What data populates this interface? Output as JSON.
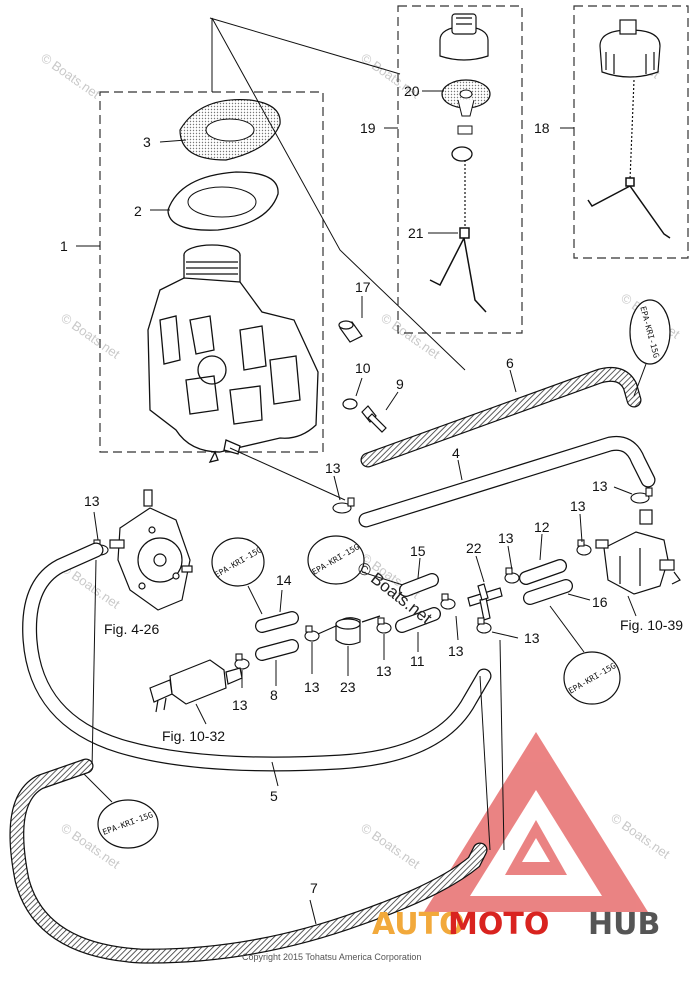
{
  "callouts": {
    "n1": "1",
    "n2": "2",
    "n3": "3",
    "n4": "4",
    "n5": "5",
    "n6": "6",
    "n7": "7",
    "n8": "8",
    "n9": "9",
    "n10": "10",
    "n11": "11",
    "n12": "12",
    "n13": "13",
    "n14": "14",
    "n15": "15",
    "n16": "16",
    "n17": "17",
    "n18": "18",
    "n19": "19",
    "n20": "20",
    "n21": "21",
    "n22": "22",
    "n23": "23"
  },
  "references": {
    "fig_4_26": "Fig. 4-26",
    "fig_10_32": "Fig. 10-32",
    "fig_10_39": "Fig. 10-39"
  },
  "hose_tag": "EPA-KRI-15G",
  "watermarks": {
    "site": "© Boats.net",
    "center": "© Boats.net"
  },
  "copyright": "Copyright 2015 Tohatsu America Corporation",
  "brand": {
    "part1": "AUTO",
    "part2": "MOTO",
    "part3": "HUB",
    "color_orange": "#f2a93b",
    "color_red": "#d9231f",
    "color_gray": "#555555",
    "logo_fill": "#e45a5a"
  }
}
